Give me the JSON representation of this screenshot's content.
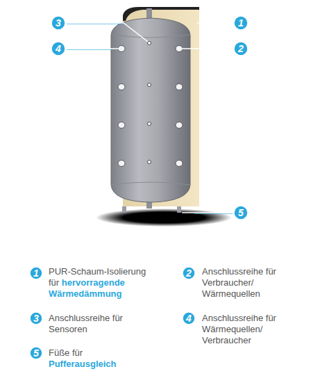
{
  "diagram": {
    "nodes": [
      {
        "text": [
          "3"
        ]
      },
      {
        "text": [
          "1"
        ]
      },
      {
        "text": [
          "4"
        ]
      },
      {
        "text": [
          "2"
        ]
      },
      {
        "text": [
          "5"
        ]
      },
      {
        "text": [
          "1"
        ]
      },
      {
        "text": [
          "2"
        ]
      },
      {
        "text": [
          "3"
        ]
      },
      {
        "text": [
          "4"
        ]
      },
      {
        "text": [
          "5"
        ]
      }
    ],
    "labels": [
      "PUR-Schaum-Isolierung für",
      "hervorragende Wärmedämmung",
      "Anschlussreihe für Verbraucher/ Wärmequellen",
      "Anschlussreihe für Sensoren",
      "Anschlussreihe für Wärmequellen/ Verbraucher",
      "Füße für",
      "Pufferausgleich"
    ]
  }
}
